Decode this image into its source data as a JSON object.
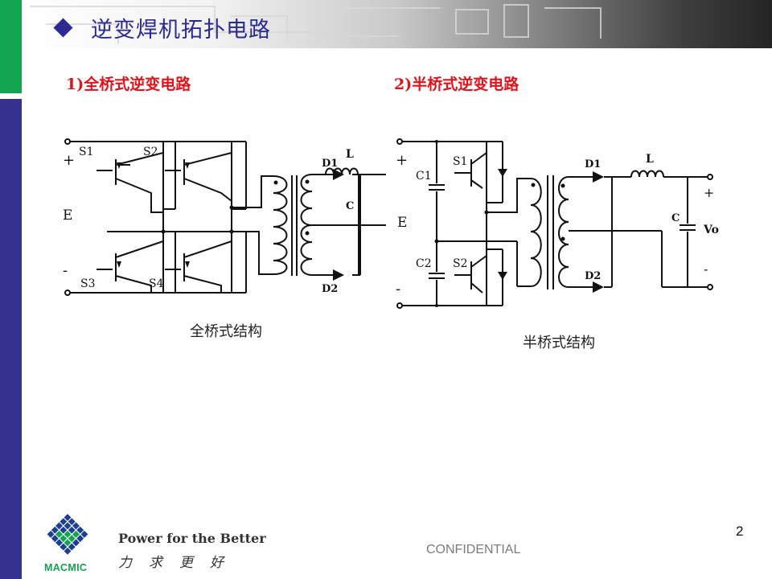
{
  "slide": {
    "title": "逆变焊机拓扑电路",
    "title_bullet_icon": "diamond-bullet-icon",
    "sections": [
      {
        "heading": "1)全桥式逆变电路",
        "caption": "全桥式结构"
      },
      {
        "heading": "2)半桥式逆变电路",
        "caption": "半桥式结构"
      }
    ]
  },
  "full_bridge": {
    "input_plus": "+",
    "input_minus": "-",
    "source": "E",
    "switches": [
      "S1",
      "S2",
      "S3",
      "S4"
    ],
    "diodes": [
      "D1",
      "D2"
    ],
    "inductor": "L",
    "capacitor": "C"
  },
  "half_bridge": {
    "input_plus": "+",
    "input_minus": "-",
    "source": "E",
    "switches": [
      "S1",
      "S2"
    ],
    "capacitors_in": [
      "C1",
      "C2"
    ],
    "diodes": [
      "D1",
      "D2"
    ],
    "inductor": "L",
    "capacitor": "C",
    "output_plus": "+",
    "output_minus": "-",
    "output": "Vo"
  },
  "footer": {
    "logo_text": "MACMIC",
    "slogan_en": "Power for the Better",
    "slogan_cn": "力求更好",
    "confidential": "CONFIDENTIAL",
    "page_number": "2"
  },
  "colors": {
    "green": "#12a650",
    "blue": "#35318f",
    "title": "#2b2a8e",
    "heading": "#e0121a"
  }
}
